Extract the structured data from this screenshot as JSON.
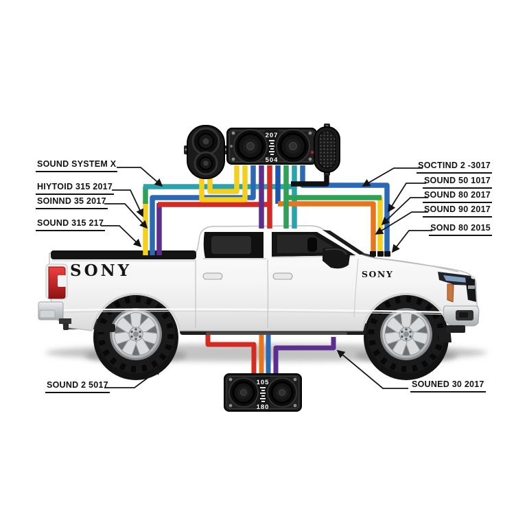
{
  "diagram": {
    "title_hint": "truck-audio-wiring-diagram",
    "labels": {
      "left": [
        "SOUND SYSTEM X",
        "HIYTOID 315 2017",
        "SOINND 35 2017",
        "SOUND 315 217"
      ],
      "right": [
        "SOCTIND 2 -3017",
        "SOUND 50 1017",
        "SOUND 80 2017",
        "SOUND 90 2017",
        "SOND 80 2015"
      ],
      "bottom_left": "SOUND 2 5017",
      "bottom_right": "SOUNED 30 2017"
    },
    "truck": {
      "bed_badge": "SONY",
      "fender_badge": "SONY"
    },
    "speakers": {
      "top_center_box": {
        "top_text": "207",
        "bottom_text": "504"
      },
      "bottom_box": {
        "top_text": "105",
        "bottom_text": "180"
      }
    },
    "wire_colors": {
      "yellow": "#f3cf1f",
      "blue": "#2b69b5",
      "dark_blue": "#1d56ad",
      "purple": "#5c2e8f",
      "red": "#d42a24",
      "green": "#2da155",
      "teal": "#2aa3ad",
      "orange": "#e6761e",
      "black": "#101010"
    }
  }
}
